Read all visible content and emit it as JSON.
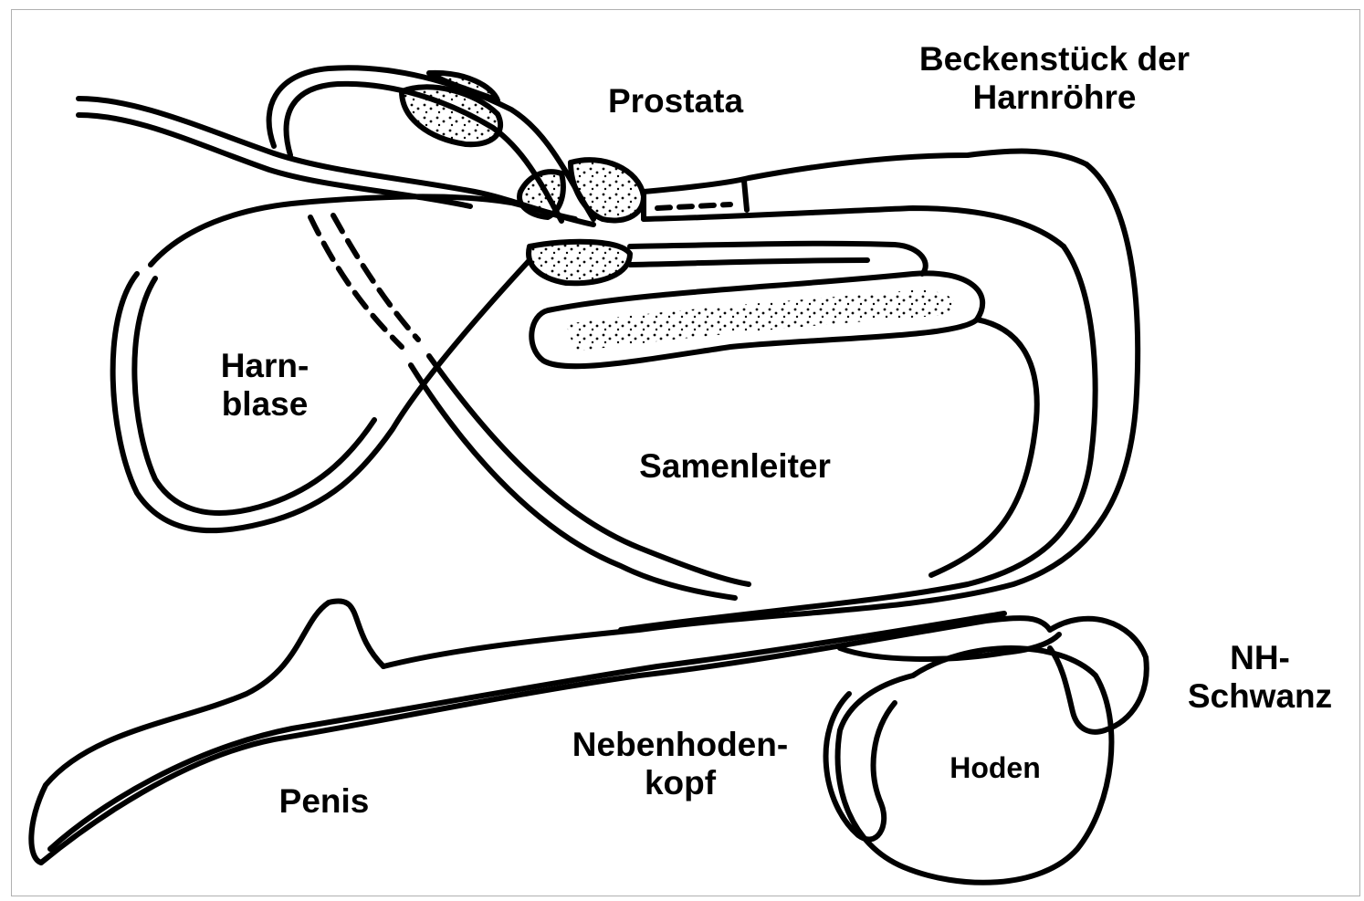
{
  "labels": {
    "prostata": "Prostata",
    "beckenstueck": {
      "line1": "Beckenstück der",
      "line2": "Harnröhre"
    },
    "harnblase": {
      "line1": "Harn-",
      "line2": "blase"
    },
    "samenleiter": "Samenleiter",
    "nh_schwanz": {
      "line1": "NH-",
      "line2": "Schwanz"
    },
    "nebenhodenkopf": {
      "line1": "Nebenhoden-",
      "line2": "kopf"
    },
    "hoden": "Hoden",
    "penis": "Penis"
  },
  "colors": {
    "ink": "#000000",
    "background": "#ffffff",
    "frame": "#b0b0b0"
  }
}
